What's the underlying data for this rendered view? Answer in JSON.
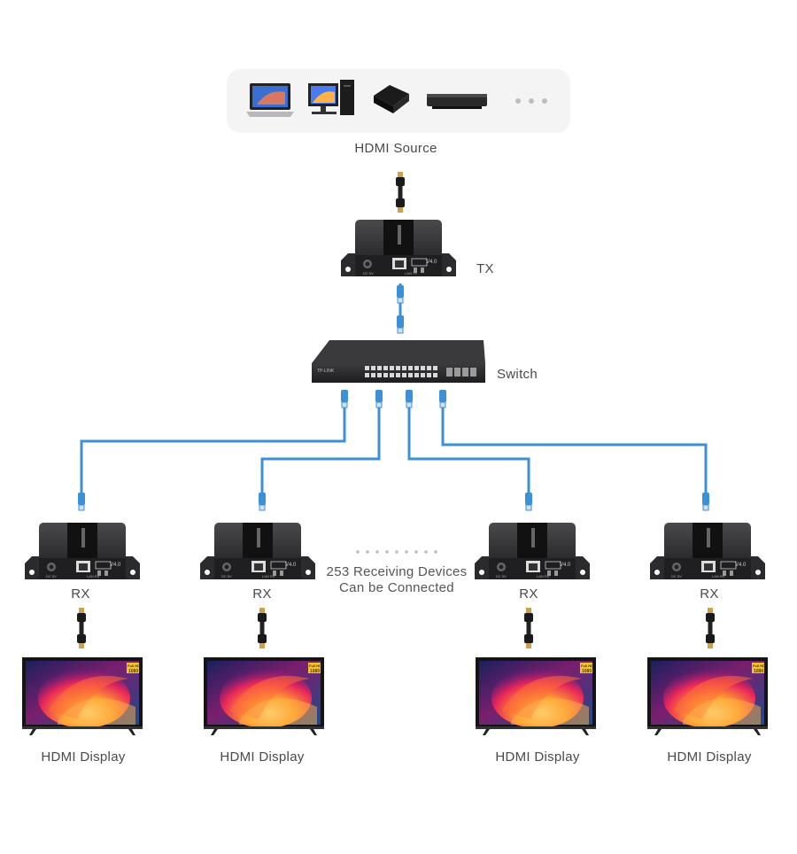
{
  "source": {
    "label": "HDMI Source",
    "devices": [
      "laptop-icon",
      "desktop-computer-icon",
      "streaming-box-icon",
      "media-player-icon",
      "more-icon"
    ]
  },
  "transmitter": {
    "label": "TX",
    "badge": "V4.0",
    "port_label": "LAN TX",
    "power_label": "DC 5V"
  },
  "switch": {
    "label": "Switch",
    "brand": "TP-LINK"
  },
  "receivers": [
    {
      "label": "RX",
      "badge": "V4.0",
      "port_label": "LAN RX",
      "power_label": "DC 5V",
      "display_label": "HDMI Display"
    },
    {
      "label": "RX",
      "badge": "V4.0",
      "port_label": "LAN RX",
      "power_label": "DC 5V",
      "display_label": "HDMI Display"
    },
    {
      "label": "RX",
      "badge": "V4.0",
      "port_label": "LAN RX",
      "power_label": "DC 5V",
      "display_label": "HDMI Display"
    },
    {
      "label": "RX",
      "badge": "V4.0",
      "port_label": "LAN RX",
      "power_label": "DC 5V",
      "display_label": "HDMI Display"
    }
  ],
  "note": {
    "line1": "253 Receiving Devices",
    "line2": "Can be Connected"
  },
  "display_badge": {
    "top": "Full HD",
    "bottom": "1080"
  },
  "colors": {
    "cable_blue": "#3d8fd6",
    "device_dark": "#2a2a2c",
    "panel_bg": "#f4f4f4"
  }
}
